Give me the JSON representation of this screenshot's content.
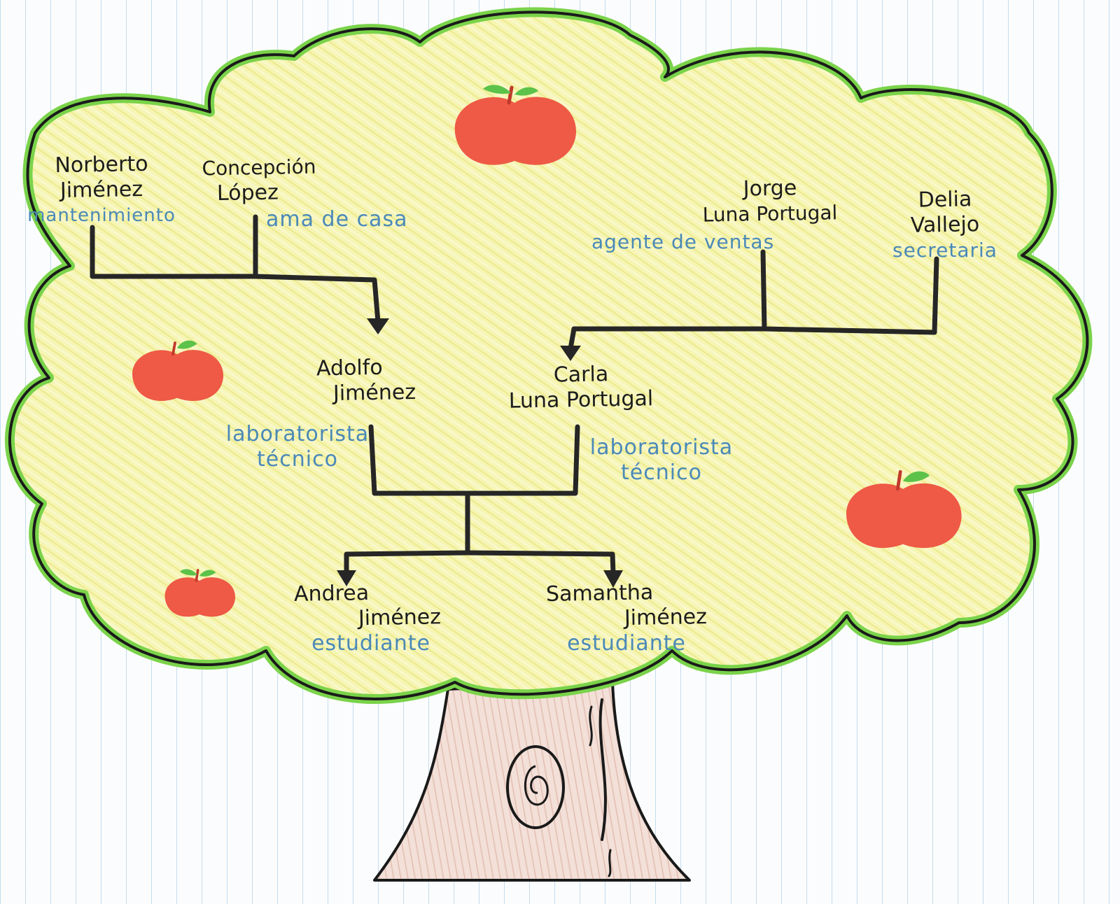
{
  "people": {
    "norberto": {
      "name_line1": "Norberto",
      "name_line2": "Jiménez",
      "occupation": "mantenimiento"
    },
    "concepcion": {
      "name_line1": "Concepción",
      "name_line2": "López",
      "occupation": "ama de casa"
    },
    "jorge": {
      "name_line1": "Jorge",
      "name_line2": "Luna Portugal",
      "occupation": "agente de ventas"
    },
    "delia": {
      "name_line1": "Delia",
      "name_line2": "Vallejo",
      "occupation": "secretaria"
    },
    "adolfo": {
      "name_line1": "Adolfo",
      "name_line2": "Jiménez",
      "occupation_line1": "laboratorista",
      "occupation_line2": "técnico"
    },
    "carla": {
      "name_line1": "Carla",
      "name_line2": "Luna Portugal",
      "occupation_line1": "laboratorista",
      "occupation_line2": "técnico"
    },
    "andrea": {
      "name_line1": "Andrea",
      "name_line2": "Jiménez",
      "occupation": "estudiante"
    },
    "samantha": {
      "name_line1": "Samantha",
      "name_line2": "Jiménez",
      "occupation": "estudiante"
    }
  },
  "colors": {
    "canopy_fill": "#f4f3a8",
    "canopy_outline": "#1a1a1a",
    "canopy_green": "#7ad34a",
    "trunk_fill": "#f1dcd3",
    "apple": "#ee5a45",
    "leaf": "#5cc24a",
    "name_ink": "#1c1c1c",
    "occupation_ink": "#4a89b8",
    "connector": "#262626"
  },
  "icons": [
    "apple-icon",
    "tree-trunk-knot-icon"
  ]
}
